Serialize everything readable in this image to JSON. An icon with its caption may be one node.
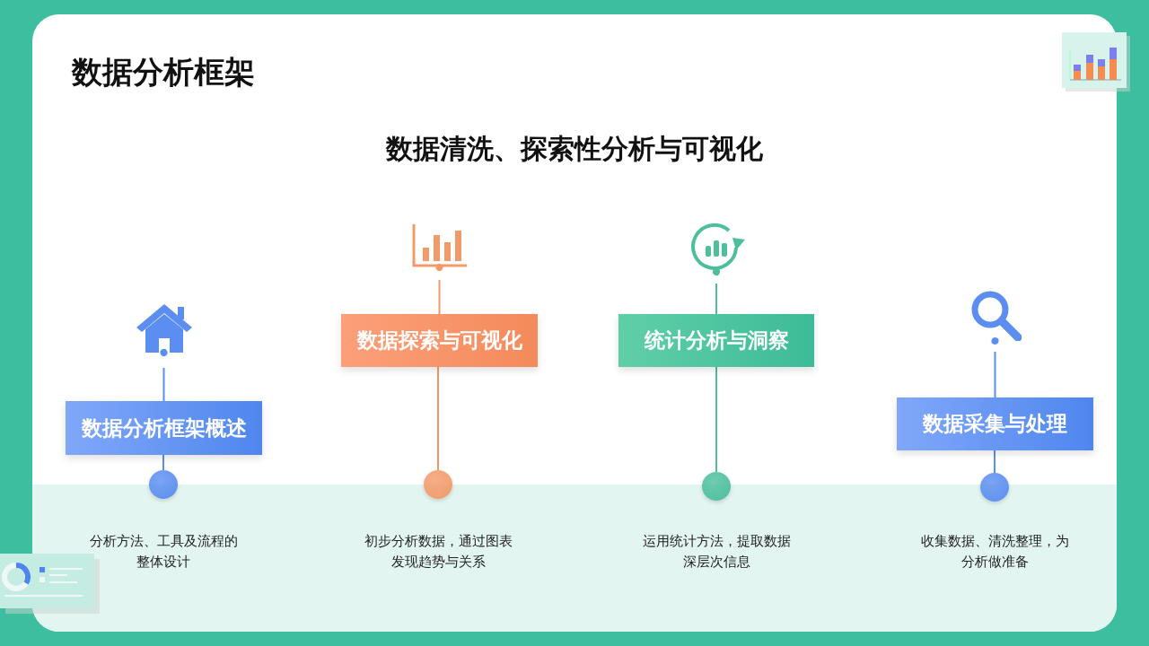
{
  "diagram": {
    "title": "数据分析框架",
    "nodes": [
      {
        "text": [
          "数据分析框架概述"
        ]
      },
      {
        "text": [
          "数据探索与可视化"
        ]
      },
      {
        "text": [
          "统计分析与洞察"
        ]
      },
      {
        "text": [
          "数据采集与处理"
        ]
      },
      {
        "text": [],
        "shape": "circle",
        "beside": [
          "分析方法、工具及流程的整体设计"
        ]
      },
      {
        "text": [],
        "shape": "circle",
        "beside": [
          "初步分析数据，通过图表发现趋势与关系"
        ]
      },
      {
        "text": [],
        "shape": "circle",
        "beside": [
          "运用统计方法，提取数据深层次信息"
        ]
      },
      {
        "text": [],
        "shape": "circle",
        "beside": [
          "收集数据、清洗整理，为分析做准备"
        ]
      },
      {
        "text": [],
        "shape": "house"
      },
      {
        "text": [],
        "shape": "chart"
      },
      {
        "text": [],
        "shape": "refresh"
      },
      {
        "text": [],
        "shape": "magnifier"
      }
    ],
    "edges": [
      {
        "from": 8,
        "to": 0,
        "arrow": "other"
      },
      {
        "from": 0,
        "to": 4,
        "arrow": "none"
      },
      {
        "from": 9,
        "to": 1,
        "arrow": "other",
        "color": "#f39a6a"
      },
      {
        "from": 1,
        "to": 5,
        "arrow": "none",
        "color": "#f39a6a"
      },
      {
        "from": 10,
        "to": 2,
        "arrow": "other",
        "color": "#4dbf9d"
      },
      {
        "from": 2,
        "to": 6,
        "arrow": "none",
        "color": "#4dbf9d"
      },
      {
        "from": 11,
        "to": 3,
        "arrow": "other"
      },
      {
        "from": 3,
        "to": 7,
        "arrow": "none"
      }
    ],
    "labels": [
      "数据清洗、探索性分析与可视化"
    ]
  }
}
